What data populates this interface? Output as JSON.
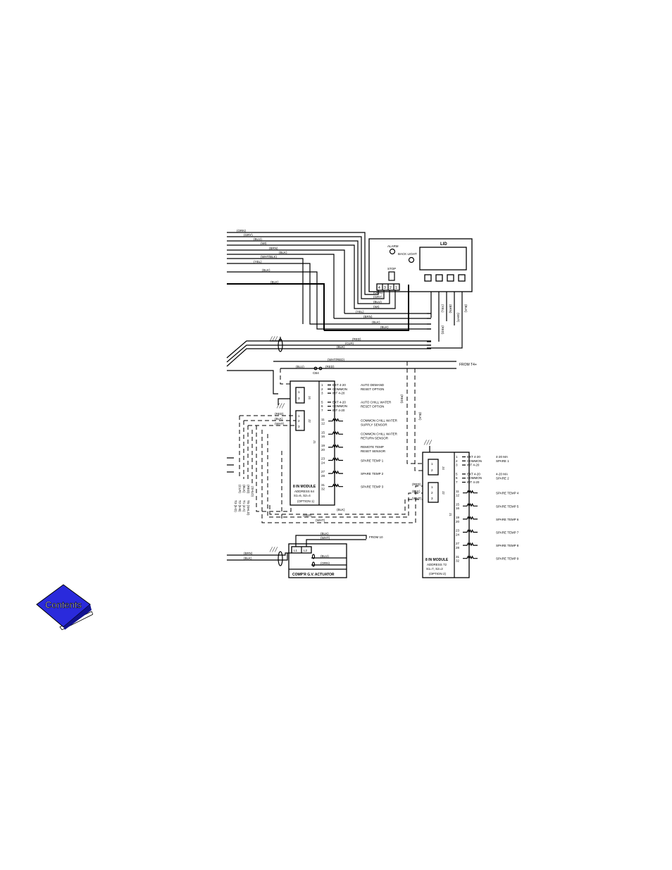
{
  "lid": {
    "title": "LID",
    "alarm": "ALARM",
    "back_light": "BACK LIGHT",
    "stop": "STOP",
    "terminals": [
      "4",
      "3",
      "2",
      "1"
    ]
  },
  "wires_left": [
    "(ORN)",
    "(GRY)",
    "(BLU)",
    "(WI)",
    "(BRN)",
    "(BLK)",
    "(WHT/BLK)",
    "(YEL)",
    "(BLK)",
    "(BLK)"
  ],
  "wires_bottom": [
    "(ORN)",
    "(GRY)",
    "(BLU)",
    "(WI)",
    "(YEL)",
    "(BRN)",
    "(BLK)",
    "(BLK)"
  ],
  "wires_vertical": [
    "(YEL)",
    "(BRN)",
    "(WHT)",
    "(BLK)",
    "(RED)"
  ],
  "wires_lower": [
    "(RED)",
    "(CLR)",
    "(BLK)"
  ],
  "from_t4": "FROM T4+",
  "from_t4_wires": [
    "(WHT/RED)",
    "(BLU)",
    "(RED)"
  ],
  "cb4": "CB4",
  "module1": {
    "title": "8 IN MODULE",
    "address": "ADDRESS 64",
    "switch": "S1=6, S2=4",
    "option": "(OPTION 1)",
    "j1": "J1",
    "j2": "J2",
    "j4": "J4",
    "left_wires": [
      "(RED)",
      "(BLK)",
      "(WHT)"
    ],
    "terminals": [
      {
        "n": "1",
        "label": "EXT 4-20"
      },
      {
        "n": "2",
        "label": "COMMON"
      },
      {
        "n": "3",
        "label": "INT 4-20"
      },
      {
        "n": "5",
        "label": "EXT 4-20"
      },
      {
        "n": "6",
        "label": "COMMON"
      },
      {
        "n": "7",
        "label": "INT 4-20"
      },
      {
        "n": "11",
        "label": ""
      },
      {
        "n": "12",
        "label": ""
      },
      {
        "n": "15",
        "label": ""
      },
      {
        "n": "16",
        "label": ""
      },
      {
        "n": "19",
        "label": ""
      },
      {
        "n": "20",
        "label": ""
      },
      {
        "n": "23",
        "label": ""
      },
      {
        "n": "24",
        "label": ""
      },
      {
        "n": "27",
        "label": ""
      },
      {
        "n": "28",
        "label": ""
      },
      {
        "n": "31",
        "label": ""
      },
      {
        "n": "32",
        "label": ""
      }
    ],
    "functions": [
      {
        "l1": "AUTO DEMAND",
        "l2": "RESET OPTION"
      },
      {
        "l1": "AUTO CHILL WATER",
        "l2": "RESET OPTION"
      },
      {
        "l1": "COMMON CHILL WATER",
        "l2": "SUPPLY SENSOR"
      },
      {
        "l1": "COMMON CHILL WATER",
        "l2": "RETURN SENSOR"
      },
      {
        "l1": "REMOTE TEMP",
        "l2": "RESET SENSOR"
      },
      {
        "l1": "SPARE TEMP 1",
        "l2": ""
      },
      {
        "l1": "SPARE TEMP 2",
        "l2": ""
      },
      {
        "l1": "SPARE TEMP 3",
        "l2": ""
      }
    ],
    "bottom_wires": [
      "(RED)",
      "(BLK)",
      "(WHT)"
    ]
  },
  "module2": {
    "title": "8 IN MODULE",
    "address": "ADDRESS 72",
    "switch": "S1=7, S2=2",
    "option": "(OPTION 2)",
    "j1": "J1",
    "j2": "J2",
    "j4": "J4",
    "left_wires": [
      "(RED)",
      "(BLK)",
      "(WHT)"
    ],
    "vertical_wires": [
      "(RED)",
      "(BLK)"
    ],
    "terminals": [
      {
        "n": "1",
        "label": "EXT 4-20"
      },
      {
        "n": "2",
        "label": "COMMON"
      },
      {
        "n": "3",
        "label": "INT 4-20"
      },
      {
        "n": "5",
        "label": "EXT 4-20"
      },
      {
        "n": "6",
        "label": "COMMON"
      },
      {
        "n": "7",
        "label": "INT 4-20"
      },
      {
        "n": "11",
        "label": ""
      },
      {
        "n": "12",
        "label": ""
      },
      {
        "n": "15",
        "label": ""
      },
      {
        "n": "16",
        "label": ""
      },
      {
        "n": "19",
        "label": ""
      },
      {
        "n": "20",
        "label": ""
      },
      {
        "n": "23",
        "label": ""
      },
      {
        "n": "24",
        "label": ""
      },
      {
        "n": "27",
        "label": ""
      },
      {
        "n": "28",
        "label": ""
      },
      {
        "n": "31",
        "label": ""
      },
      {
        "n": "32",
        "label": ""
      }
    ],
    "functions": [
      {
        "l1": "4-20 MA",
        "l2": "SPARE 1"
      },
      {
        "l1": "4-20 MA",
        "l2": "SPARE 2"
      },
      {
        "l1": "SPARE TEMP 4",
        "l2": ""
      },
      {
        "l1": "SPARE TEMP 5",
        "l2": ""
      },
      {
        "l1": "SPARE TEMP 6",
        "l2": ""
      },
      {
        "l1": "SPARE TEMP 7",
        "l2": ""
      },
      {
        "l1": "SPARE TEMP 8",
        "l2": ""
      },
      {
        "l1": "SPARE TEMP 9",
        "l2": ""
      }
    ]
  },
  "ct_labels": [
    "(CLR)",
    "(BLK)",
    "(RED)",
    "(SHLD)"
  ],
  "ct_terms": [
    "T3 (5-D)",
    "T2 (5-B)",
    "T1 (4-A)",
    "T5 (SHLD)"
  ],
  "actuator": {
    "title": "COMP'R G.V. ACTUATOR",
    "l1": "L1",
    "l2": "L2",
    "from10": "FROM 10",
    "wires_top": [
      "(BLK)",
      "(WHT)"
    ],
    "wires_left": [
      "(BRN)",
      "(BLK)"
    ],
    "wires_right": [
      "(BLU)",
      "(ORN)"
    ]
  },
  "contents": {
    "label": "Contents",
    "fill": "#2a2adc",
    "dark": "#12128f"
  }
}
